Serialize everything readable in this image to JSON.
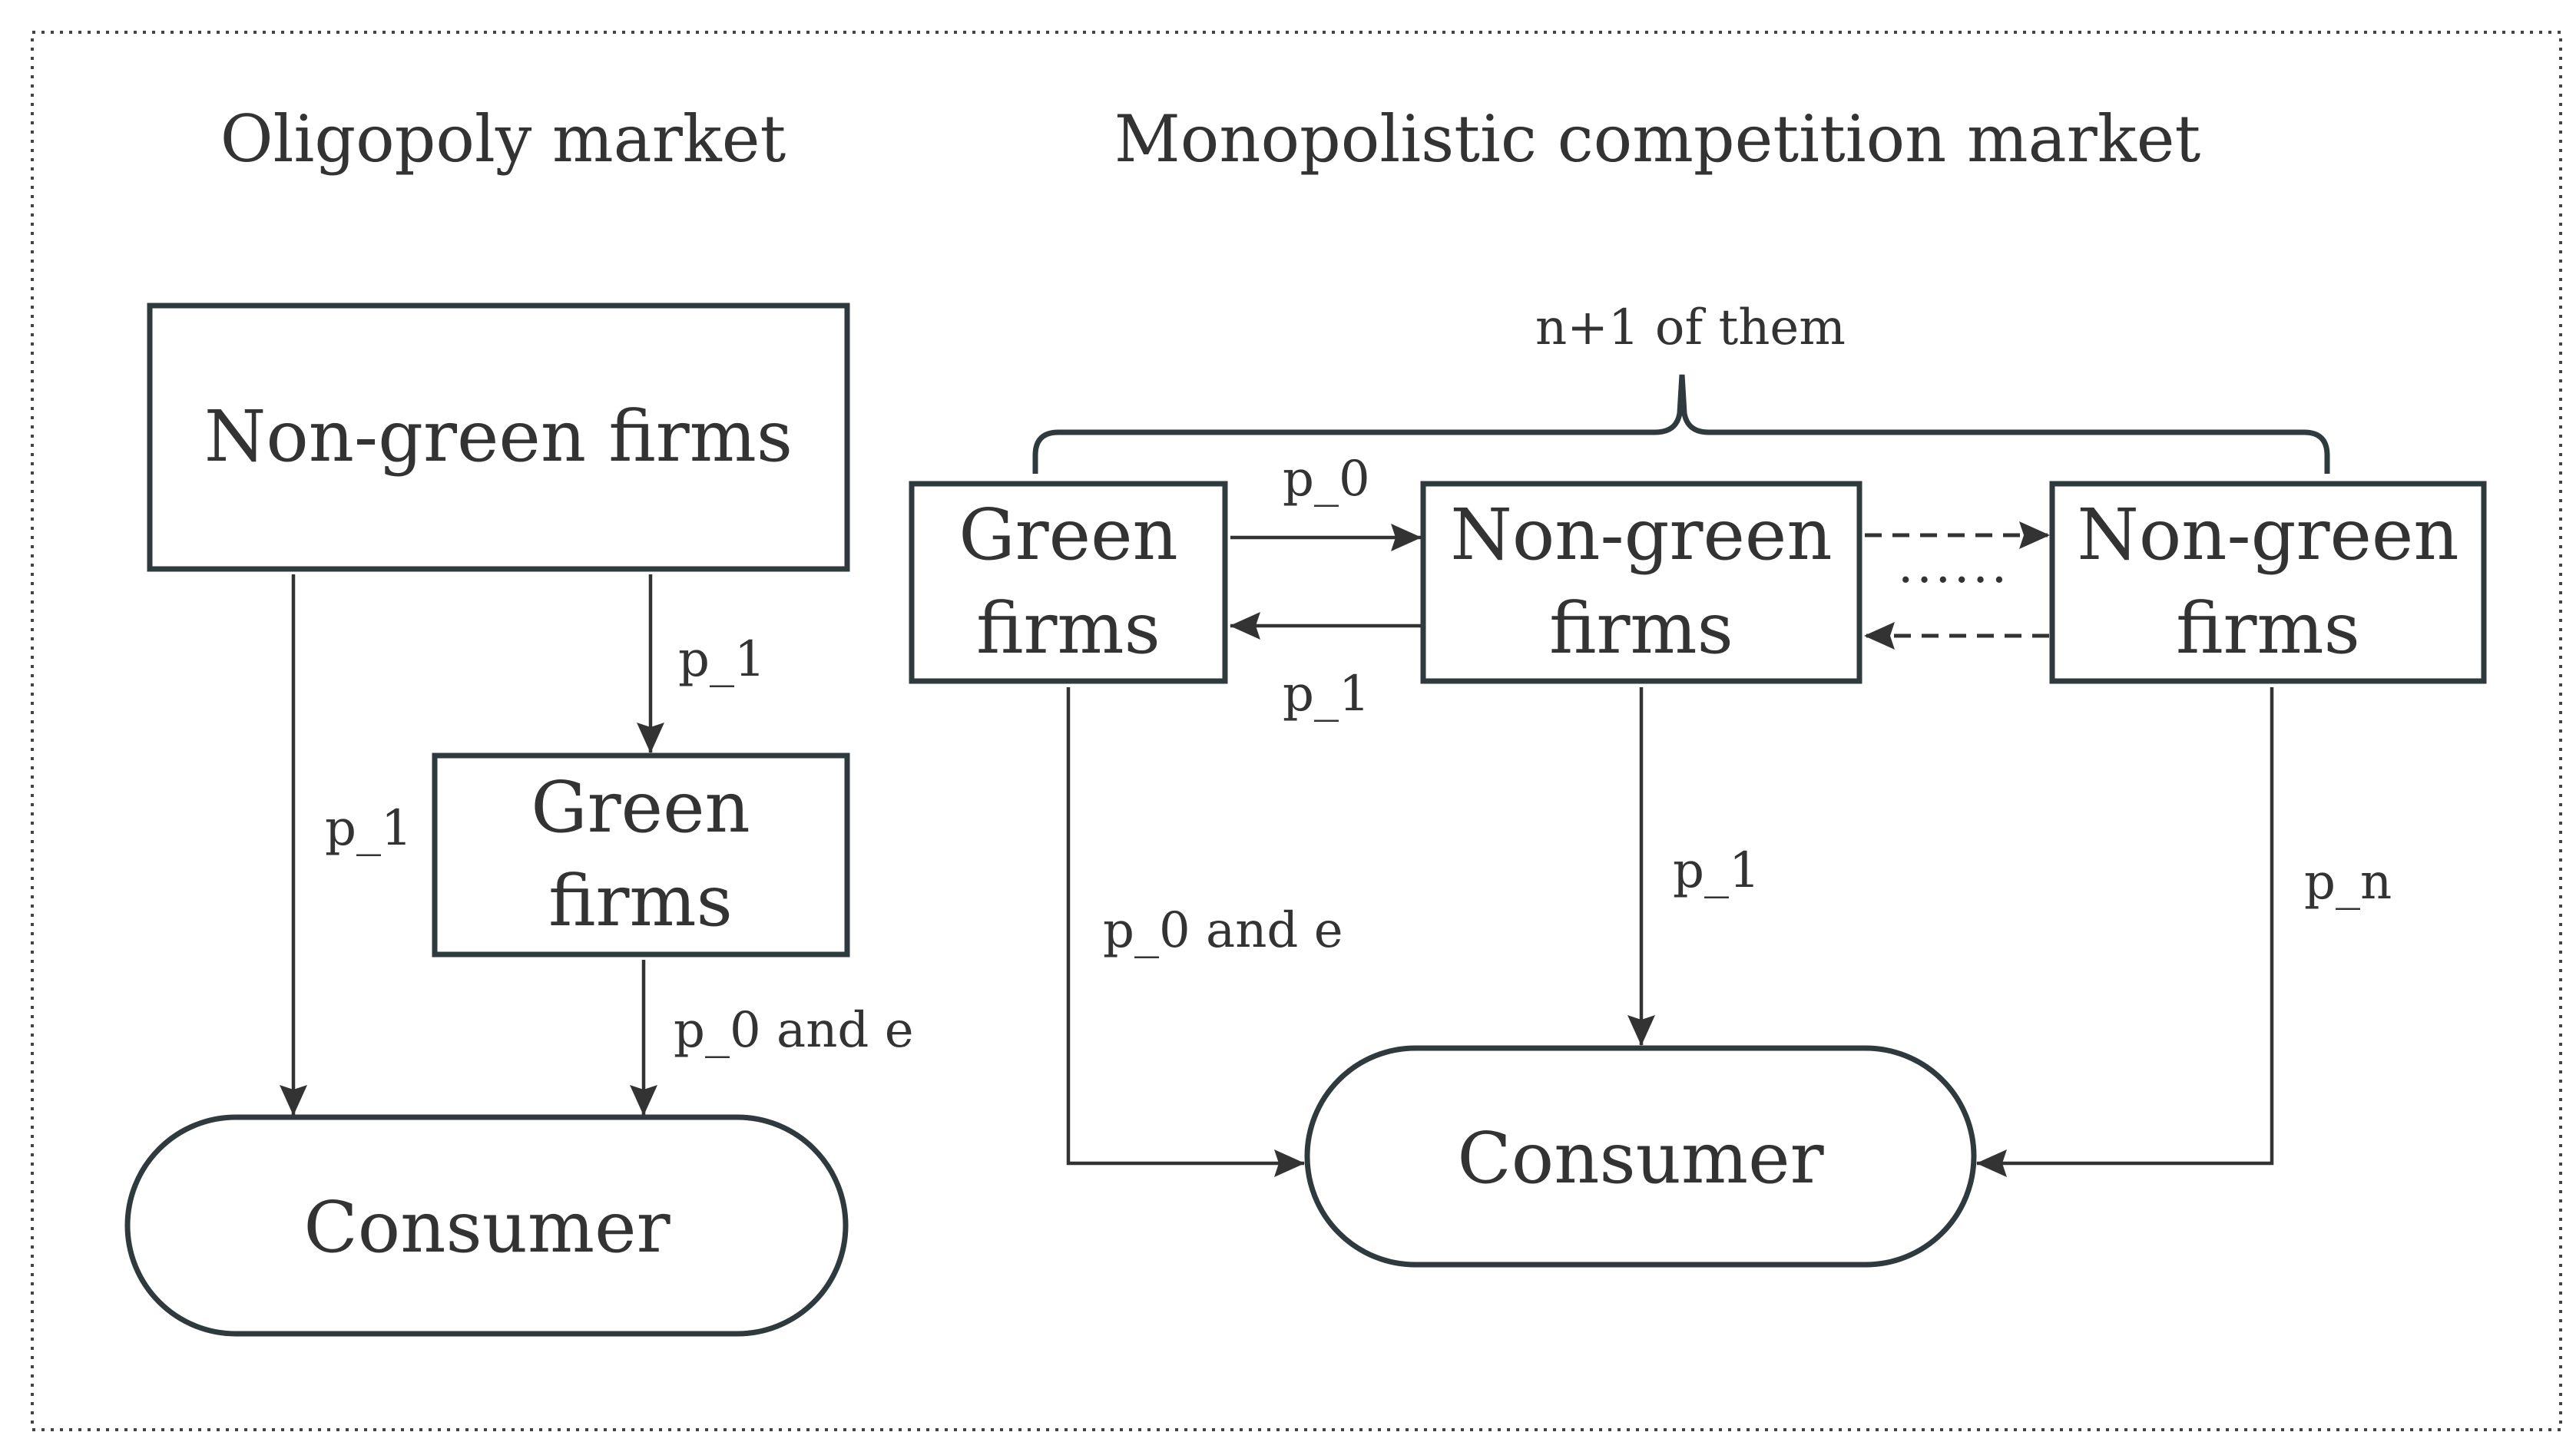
{
  "left_panel": {
    "title": "Oligopoly market",
    "nodes": {
      "nongreen": "Non-green firms",
      "green_line1": "Green",
      "green_line2": "firms",
      "consumer": "Consumer"
    },
    "edges": {
      "nongreen_to_green": "p_1",
      "nongreen_to_consumer": "p_1",
      "green_to_consumer": "p_0 and e"
    }
  },
  "right_panel": {
    "title": "Monopolistic competition market",
    "brace_label": "n+1 of them",
    "nodes": {
      "green_line1": "Green",
      "green_line2": "firms",
      "nongreen1_line1": "Non-green",
      "nongreen1_line2": "firms",
      "nongreen2_line1": "Non-green",
      "nongreen2_line2": "firms",
      "consumer": "Consumer"
    },
    "ellipsis": "......",
    "edges": {
      "green_to_nongreen": "p_0",
      "nongreen_to_green": "p_1",
      "green_to_consumer": "p_0 and e",
      "nongreen1_to_consumer": "p_1",
      "nongreen2_to_consumer": "p_n"
    }
  }
}
